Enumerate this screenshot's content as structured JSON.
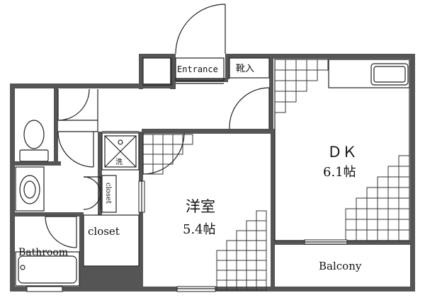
{
  "rooms": {
    "entrance": "Entrance",
    "shoe_storage": "靴入",
    "dk_name": "ＤＫ",
    "dk_size": "6.1帖",
    "western_name": "洋室",
    "western_size": "5.4帖",
    "closet": "closet",
    "closet_small": "closet",
    "bathroom": "Bathroom",
    "balcony": "Balcony",
    "washer": "洗"
  },
  "colors": {
    "wall": "#555555",
    "line": "#222222",
    "floor": "#ffffff"
  }
}
